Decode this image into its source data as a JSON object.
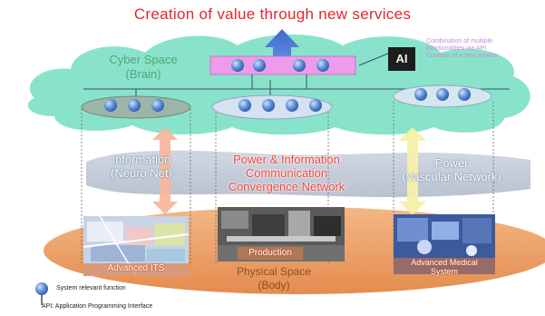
{
  "title": "Creation of value through new services",
  "cyber_space": {
    "line1": "Cyber Space",
    "line2": "(Brain)"
  },
  "combination_note": {
    "line1": "Combination of multiple",
    "line2": "functionalities via API",
    "line3": "Creation of a new service"
  },
  "ai_label": "AI",
  "information": {
    "line1": "Information",
    "line2": "(Neuro Net)"
  },
  "power_info_network": {
    "line1": "Power & Information",
    "line2": "Communication",
    "line3": "Convergence Network"
  },
  "power": {
    "line1": "Power",
    "line2": "(Vascular Network)"
  },
  "photos": {
    "left": "Advanced ITS",
    "center": "Production",
    "right": "Advanced Medical System"
  },
  "physical_space": {
    "line1": "Physical Space",
    "line2": "(Body)"
  },
  "legend": {
    "function": "System relevant function",
    "api": "API: Application Programming Interface"
  },
  "colors": {
    "title": "#e3262e",
    "cloud": "#7ee0c2",
    "physical": "#eaa36c",
    "network": "#f6443a"
  }
}
